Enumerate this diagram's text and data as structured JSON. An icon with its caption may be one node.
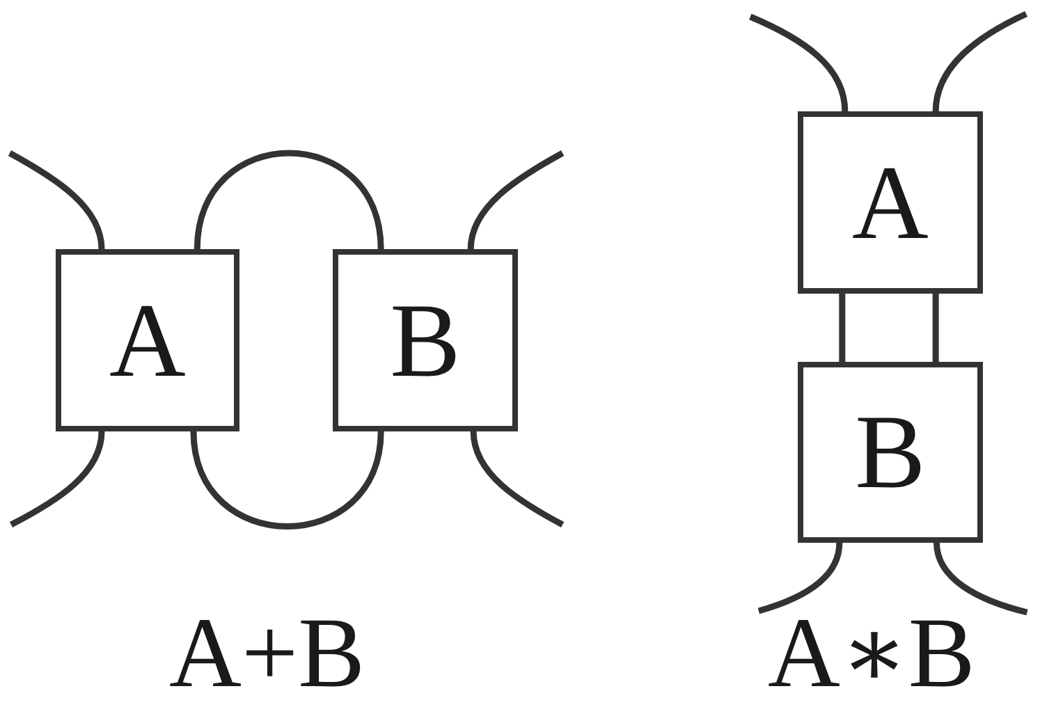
{
  "diagram": {
    "nodes": [
      {
        "text": [
          "A"
        ]
      },
      {
        "text": [
          "B"
        ]
      },
      {
        "text": [
          "A"
        ]
      },
      {
        "text": [
          "B"
        ]
      }
    ],
    "edges": [
      {
        "from": 0,
        "to": 1,
        "arrow": "none"
      },
      {
        "from": 0,
        "to": 1,
        "arrow": "none"
      },
      {
        "from": 0,
        "to": null,
        "arrow": "none"
      },
      {
        "from": 0,
        "to": null,
        "arrow": "none"
      },
      {
        "from": 1,
        "to": null,
        "arrow": "none"
      },
      {
        "from": 1,
        "to": null,
        "arrow": "none"
      },
      {
        "from": 2,
        "to": 3,
        "arrow": "none"
      },
      {
        "from": 2,
        "to": 3,
        "arrow": "none"
      },
      {
        "from": 2,
        "to": null,
        "arrow": "none"
      },
      {
        "from": 2,
        "to": null,
        "arrow": "none"
      },
      {
        "from": 3,
        "to": null,
        "arrow": "none"
      },
      {
        "from": 3,
        "to": null,
        "arrow": "none"
      }
    ],
    "labels": [
      "A+B",
      "A∗B"
    ]
  }
}
